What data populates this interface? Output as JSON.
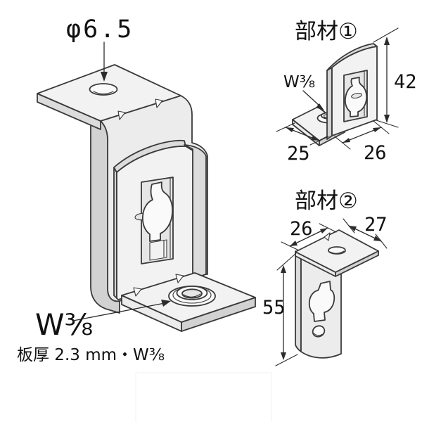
{
  "colors": {
    "background": "#ffffff",
    "outline": "#3a3a3a",
    "dim-line": "#2c2c2c",
    "text": "#111111",
    "face-light": "#f2f2f2",
    "face-front": "#ececec",
    "face-mid": "#dcdcdc",
    "face-dark": "#d2d2d2",
    "recess": "#e6e6e6",
    "white-face": "#fafafa"
  },
  "main_view": {
    "hole_label": "φ6.5",
    "thread_label": "W⅜",
    "spec_note": "板厚 2.3 mm・W⅜"
  },
  "part1": {
    "title": "部材①",
    "thread_label": "W⅜",
    "height": "42",
    "depth": "25",
    "width": "26"
  },
  "part2": {
    "title": "部材②",
    "width": "26",
    "depth": "27",
    "height": "55"
  }
}
